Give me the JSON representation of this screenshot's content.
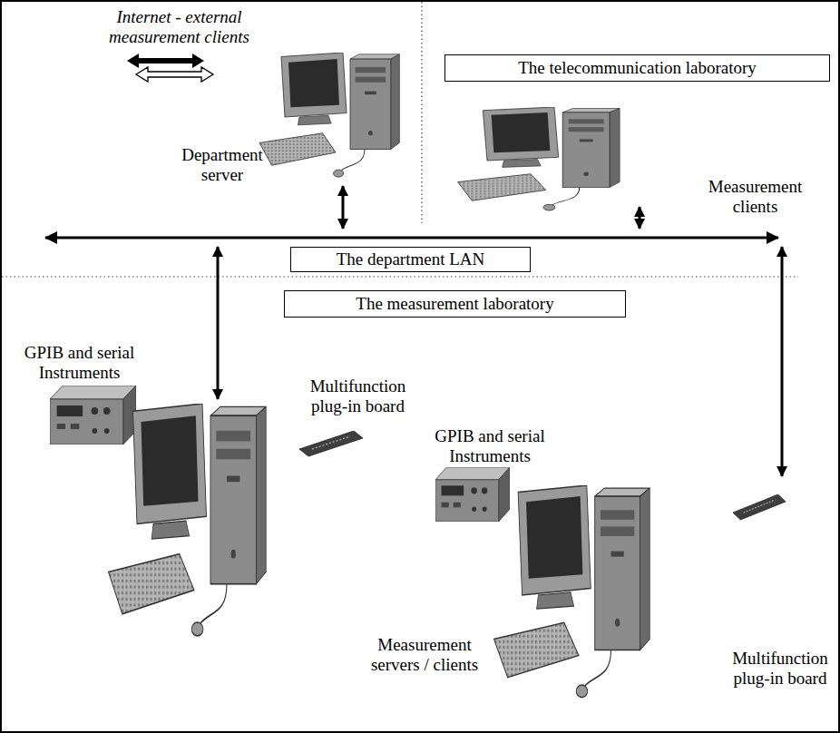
{
  "diagram": {
    "nodes": [
      {
        "text": [
          "Department server"
        ]
      },
      {
        "text": [
          "The telecommunication laboratory"
        ]
      },
      {
        "text": [
          "Measurement clients"
        ]
      },
      {
        "text": [
          "The department LAN"
        ]
      },
      {
        "text": [
          "The measurement laboratory"
        ]
      },
      {
        "text": [
          "GPIB and serial Instruments",
          "Multifunction plug-in board"
        ]
      },
      {
        "text": [
          "GPIB and serial Instruments",
          "Multifunction plug-in board"
        ]
      }
    ],
    "edges": [
      {
        "from": 0,
        "to": 3,
        "arrow": "both"
      },
      {
        "from": 2,
        "to": 3,
        "arrow": "both"
      },
      {
        "from": 3,
        "to": 5,
        "arrow": "both"
      },
      {
        "from": 3,
        "to": 6,
        "arrow": "both"
      }
    ],
    "labels": [
      "Internet - external measurement clients",
      "Measurement servers / clients"
    ]
  }
}
